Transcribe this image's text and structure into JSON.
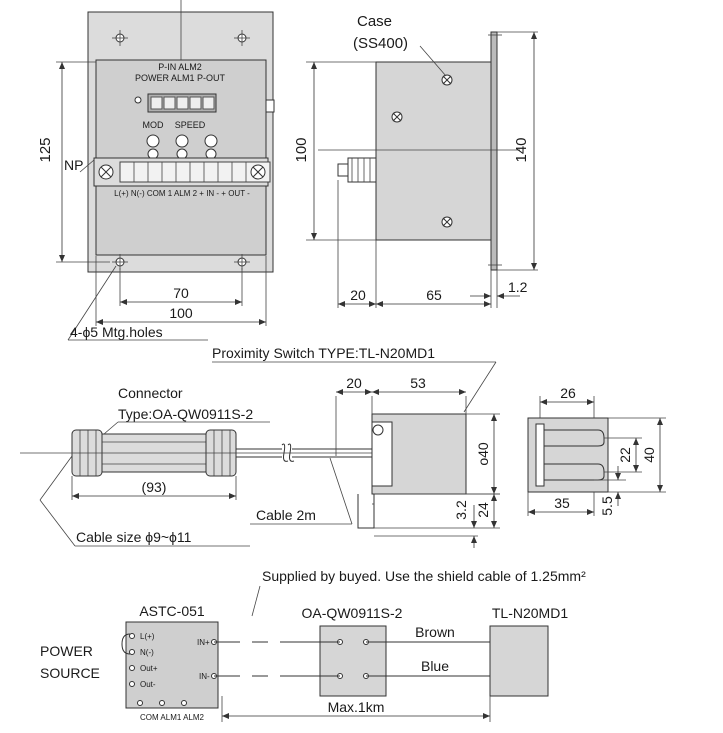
{
  "front_view": {
    "panel_labels": {
      "pin_alm2": "P-IN  ALM2",
      "power_row": "POWER  ALM1  P-OUT",
      "mod": "MOD",
      "speed": "SPEED",
      "terminals": "L(+) N(-) COM 1 ALM 2 + IN - + OUT -"
    },
    "np_label": "NP",
    "dim_125": "125",
    "dim_70": "70",
    "dim_100": "100",
    "holes_label": "4-ϕ5 Mtg.holes"
  },
  "side_view": {
    "case_label": "Case",
    "case_material": "(SS400)",
    "dim_100": "100",
    "dim_140": "140",
    "dim_20": "20",
    "dim_65": "65",
    "dim_1_2": "1.2"
  },
  "connector": {
    "label": "Connector",
    "type_label": "Type:OA-QW0911S-2",
    "dim_93": "(93)",
    "cable_size": "Cable size ϕ9~ϕ11",
    "cable_length": "Cable 2m"
  },
  "proximity_switch": {
    "type_label": "Proximity Switch TYPE:TL-N20MD1",
    "dim_20": "20",
    "dim_53": "53",
    "dim_o40": "o40",
    "dim_3_2": "3.2",
    "dim_24": "24"
  },
  "end_view": {
    "dim_26": "26",
    "dim_22": "22",
    "dim_40": "40",
    "dim_35": "35",
    "dim_5_5": "5.5"
  },
  "wiring": {
    "supplied_note": "Supplied by buyed. Use the shield cable of 1.25mm²",
    "astc_label": "ASTC-051",
    "oa_label": "OA-QW0911S-2",
    "tl_label": "TL-N20MD1",
    "power_source": "POWER",
    "power_source_2": "SOURCE",
    "pin_l": "L(+)",
    "pin_n": "N(-)",
    "pin_out_plus": "Out+",
    "pin_out_minus": "Out-",
    "pin_in_plus": "IN+",
    "pin_in_minus": "IN-",
    "bottom_pins": "COM  ALM1  ALM2",
    "brown": "Brown",
    "blue": "Blue",
    "max_length": "Max.1km"
  }
}
